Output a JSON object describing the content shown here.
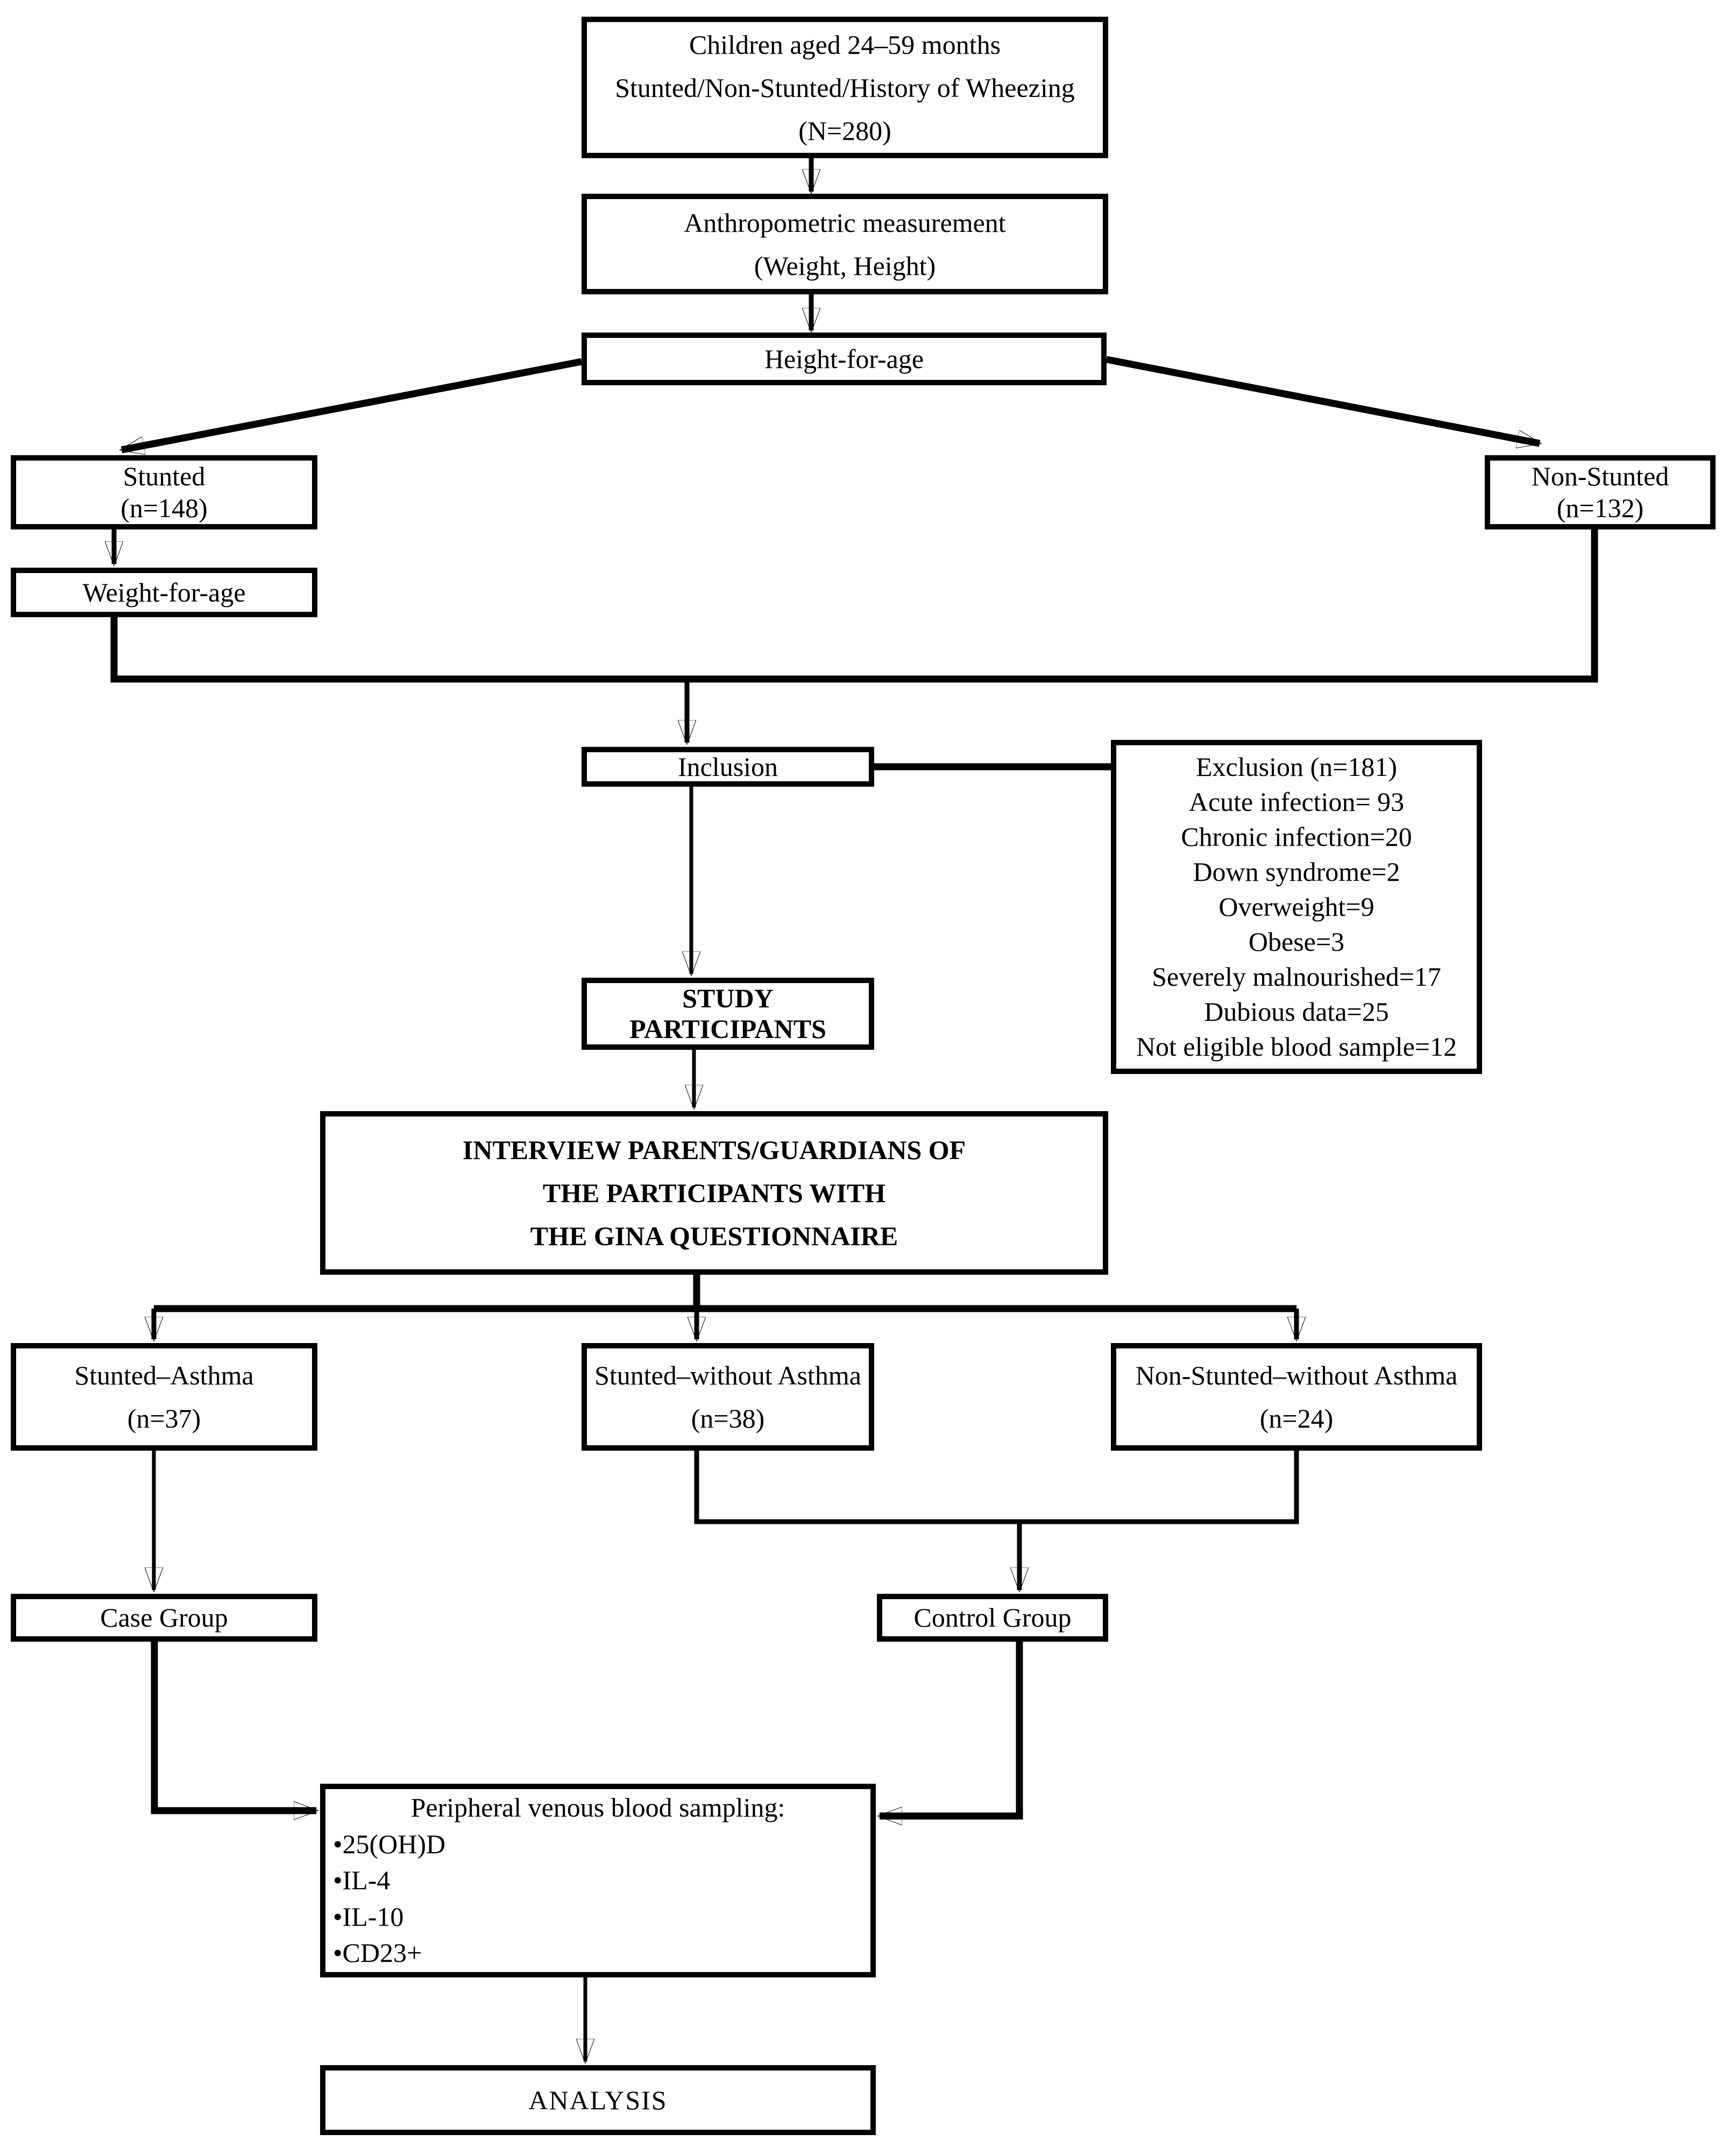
{
  "colors": {
    "ink": "#000000",
    "paper": "#ffffff"
  },
  "nodes": {
    "children": {
      "lines": [
        "Children aged 24–59 months",
        "Stunted/Non-Stunted/History of Wheezing",
        "(N=280)"
      ]
    },
    "anthropometric": {
      "lines": [
        "Anthropometric measurement",
        "(Weight, Height)"
      ]
    },
    "height_for_age": {
      "lines": [
        "Height-for-age"
      ]
    },
    "stunted": {
      "lines": [
        "Stunted",
        "(n=148)"
      ]
    },
    "weight_for_age": {
      "lines": [
        "Weight-for-age"
      ]
    },
    "non_stunted": {
      "lines": [
        "Non-Stunted",
        "(n=132)"
      ]
    },
    "inclusion": {
      "lines": [
        "Inclusion"
      ]
    },
    "exclusion": {
      "lines": [
        "Exclusion (n=181)",
        "Acute infection= 93",
        "Chronic infection=20",
        "Down syndrome=2",
        "Overweight=9",
        "Obese=3",
        "Severely malnourished=17",
        "Dubious data=25",
        "Not eligible blood sample=12"
      ]
    },
    "study_participants": {
      "lines": [
        "STUDY",
        "PARTICIPANTS"
      ]
    },
    "interview": {
      "lines": [
        "INTERVIEW PARENTS/GUARDIANS OF",
        "THE PARTICIPANTS WITH",
        "THE GINA QUESTIONNAIRE"
      ]
    },
    "stunted_asthma": {
      "lines": [
        "Stunted–Asthma",
        "(n=37)"
      ]
    },
    "stunted_without_asthma": {
      "lines": [
        "Stunted–without Asthma",
        "(n=38)"
      ]
    },
    "non_stunted_without_asthma": {
      "lines": [
        "Non-Stunted–without Asthma",
        "(n=24)"
      ]
    },
    "case_group": {
      "lines": [
        "Case Group"
      ]
    },
    "control_group": {
      "lines": [
        "Control Group"
      ]
    },
    "blood_sampling": {
      "title": "Peripheral venous blood sampling:",
      "bullets": [
        "•25(OH)D",
        "•IL-4",
        "•IL-10",
        "•CD23+"
      ]
    },
    "analysis": {
      "lines": [
        "ANALYSIS"
      ]
    }
  }
}
